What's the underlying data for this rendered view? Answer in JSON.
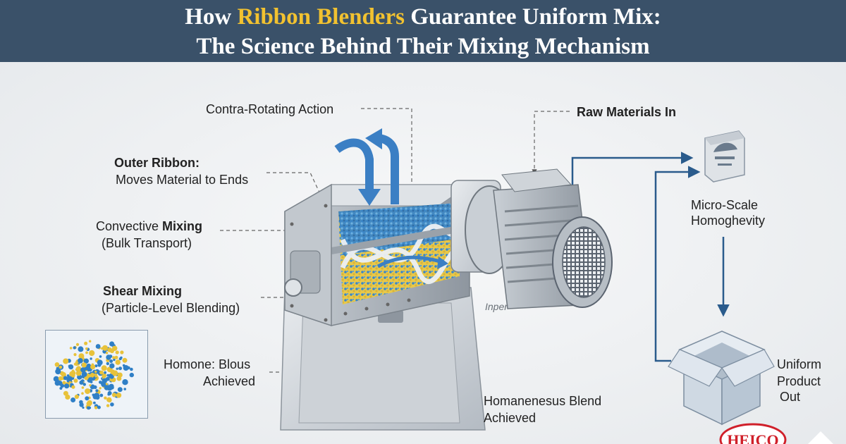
{
  "title": {
    "line1_prefix": "How ",
    "line1_highlight": "Ribbon Blenders",
    "line1_suffix": " Guarantee Uniform Mix:",
    "line2": "The Science Behind Their Mixing Mechanism"
  },
  "labels": {
    "contra_rotating": "Contra-Rotating Action",
    "outer_ribbon_title": "Outer Ribbon:",
    "outer_ribbon_desc": "Moves Material to Ends",
    "convective_prefix": "Convective ",
    "convective_bold": "Mixing",
    "convective_desc": "(Bulk Transport)",
    "shear_title": "Shear Mixing",
    "shear_desc": "(Particle-Level Blending)",
    "homone_line1": "Homone: Blous",
    "homone_line2": "Achieved",
    "homanenesus_line1": "Homanenesus Blend",
    "homanenesus_line2": "Achieved",
    "raw_materials": "Raw Materials In",
    "micro_line1": "Micro-Scale",
    "micro_line2": "Homoghevity",
    "uniform_line1": "Uniform",
    "uniform_line2": "Product",
    "uniform_line3": "Out",
    "machine_brand": "Inper",
    "logo_text": "HEICO"
  },
  "colors": {
    "banner": "#3a5169",
    "accent": "#f2c230",
    "arrow_blue": "#3b7fc4",
    "flow_line": "#2a5b8c",
    "logo_red": "#d0202a"
  }
}
